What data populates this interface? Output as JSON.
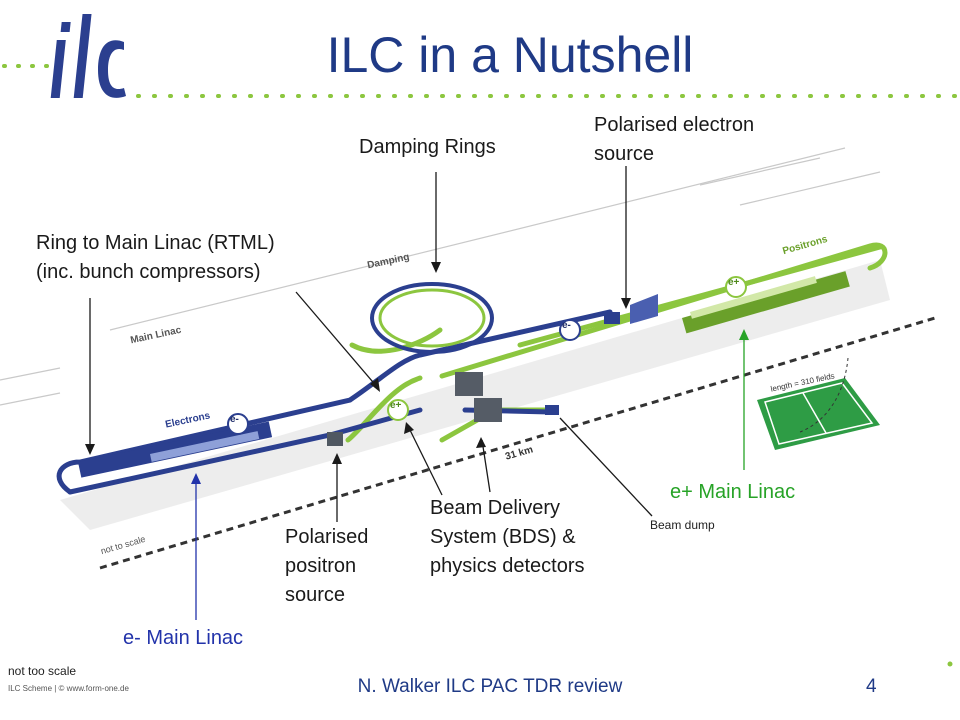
{
  "slide": {
    "title": "ILC in a Nutshell",
    "logo_text": "ilc",
    "footer": "N. Walker ILC PAC TDR review",
    "page_number": "4",
    "note": "not too scale",
    "image_credit": "ILC Scheme | © www.form-one.de"
  },
  "labels": {
    "damping_rings": "Damping Rings",
    "polarised_electron_source": [
      "Polarised electron",
      "source"
    ],
    "rtml": [
      "Ring to Main Linac (RTML)",
      "(inc. bunch compressors)"
    ],
    "polarised_positron_source": [
      "Polarised",
      "positron",
      "source"
    ],
    "bds": [
      "Beam Delivery",
      "System (BDS) &",
      "physics detectors"
    ],
    "beam_dump": "Beam dump",
    "e_plus_main_linac": "e+ Main Linac",
    "e_minus_main_linac": "e- Main Linac"
  },
  "diagram_text": {
    "electrons": "Electrons",
    "positrons": "Positrons",
    "damping": "Damping",
    "main_linac": "Main Linac",
    "length_31km": "31 km",
    "field_length": "length = 310 fields",
    "not_to_scale": "not to scale",
    "e_minus_badge": "e-",
    "e_plus_badge": "e+"
  },
  "colors": {
    "title": "#1f3a86",
    "electron_line": "#2b3f8f",
    "positron_line": "#8cc63f",
    "e_minus_label": "#2233aa",
    "e_plus_label": "#27a327",
    "field": "#2e9c45"
  }
}
